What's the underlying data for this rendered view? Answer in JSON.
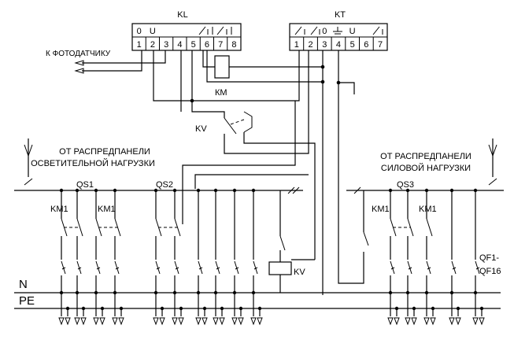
{
  "relay_kl": {
    "title": "KL",
    "top_labels": [
      "0",
      "U",
      "",
      "",
      "",
      "",
      "",
      ""
    ],
    "pin_numbers": [
      "1",
      "2",
      "3",
      "4",
      "5",
      "6",
      "7",
      "8"
    ]
  },
  "relay_kt": {
    "title": "KT",
    "top_labels": [
      "",
      "",
      "0",
      "",
      "U",
      "",
      ""
    ],
    "pin_numbers": [
      "1",
      "2",
      "3",
      "4",
      "5",
      "6",
      "7"
    ]
  },
  "labels": {
    "photo_sensor": "К ФОТОДАТЧИКУ",
    "km_top": "КМ",
    "kv_top": "KV",
    "lighting_panel_line1": "ОТ РАСПРЕДПАНЕЛИ",
    "lighting_panel_line2": "ОСВЕТИТЕЛЬНОЙ НАГРУЗКИ",
    "power_panel_line1": "ОТ РАСПРЕДПАНЕЛИ",
    "power_panel_line2": "СИЛОВОЙ НАГРУЗКИ",
    "qs1": "QS1",
    "qs2": "QS2",
    "qs3": "QS3",
    "km1_a": "KM1",
    "km1_b": "KM1",
    "km1_c": "KM1",
    "km1_d": "KM1",
    "kv_coil": "KV",
    "qf_line1": "QF1-",
    "qf_line2": "QF16",
    "bus_n": "N",
    "bus_pe": "PE"
  }
}
